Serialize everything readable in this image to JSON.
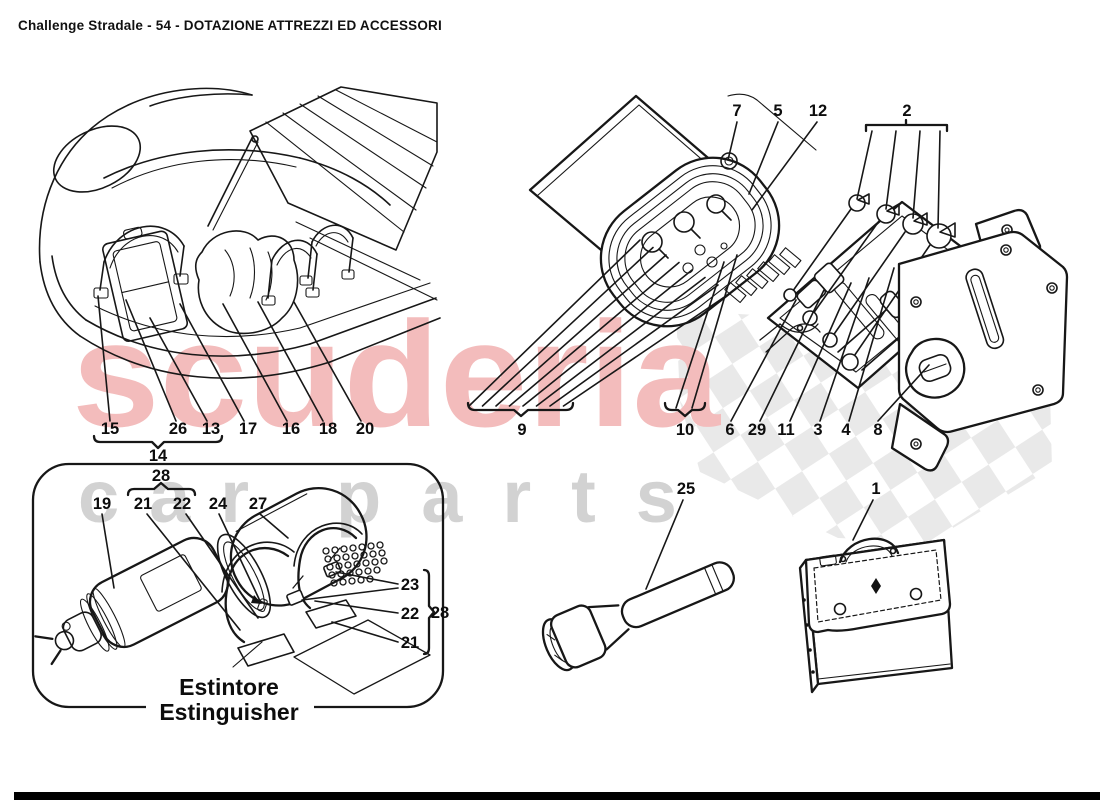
{
  "header": {
    "title": "Challenge Stradale - 54 - DOTAZIONE ATTREZZI ED ACCESSORI"
  },
  "watermark": {
    "brand": "scuderia",
    "sub_left": "car",
    "sub_right": "parts",
    "brand_color": "#f3bcbc",
    "sub_color": "#d2d2d2",
    "checker_color": "#e9e9e9"
  },
  "callouts": {
    "trunk": [
      "15",
      "26",
      "13",
      "17",
      "16",
      "18",
      "20"
    ],
    "trunk_group": "14",
    "toolkit_top": [
      "7",
      "5",
      "12"
    ],
    "wrench_group": "2",
    "toolkit_bottom": [
      "9",
      "10",
      "6",
      "29",
      "11",
      "3",
      "4",
      "8"
    ],
    "ext_group_top": "28",
    "ext_top": [
      "19",
      "21",
      "22",
      "24",
      "27"
    ],
    "ext_right": [
      "23",
      "22",
      "21"
    ],
    "ext_group_right": "28",
    "torch": "25",
    "tool_bag": "1"
  },
  "captions": {
    "extinguisher_it": "Estintore",
    "extinguisher_en": "Estinguisher"
  }
}
